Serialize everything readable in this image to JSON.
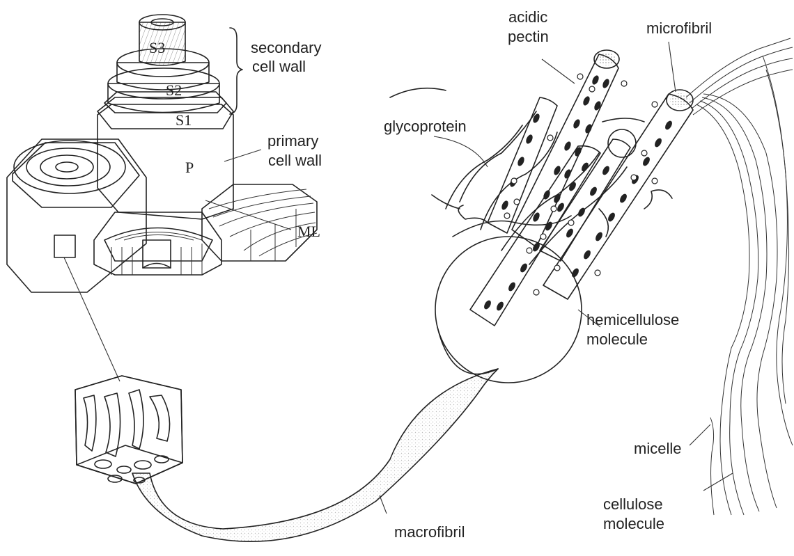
{
  "diagram": {
    "labels": {
      "secondary_cell_wall": [
        "secondary",
        "cell wall"
      ],
      "primary_cell_wall": [
        "primary",
        "cell wall"
      ],
      "s3": "S3",
      "s2": "S2",
      "s1": "S1",
      "p": "P",
      "ml": "ML",
      "acidic_pectin": [
        "acidic",
        "pectin"
      ],
      "microfibril": "microfibril",
      "glycoprotein": "glycoprotein",
      "hemicellulose_molecule": [
        "hemicellulose",
        "molecule"
      ],
      "micelle": "micelle",
      "macrofibril": "macrofibril",
      "cellulose_molecule": [
        "cellulose",
        "molecule"
      ]
    },
    "colors": {
      "ink": "#222222",
      "s3_fill": "#8a8a8a",
      "background": "#ffffff"
    }
  }
}
